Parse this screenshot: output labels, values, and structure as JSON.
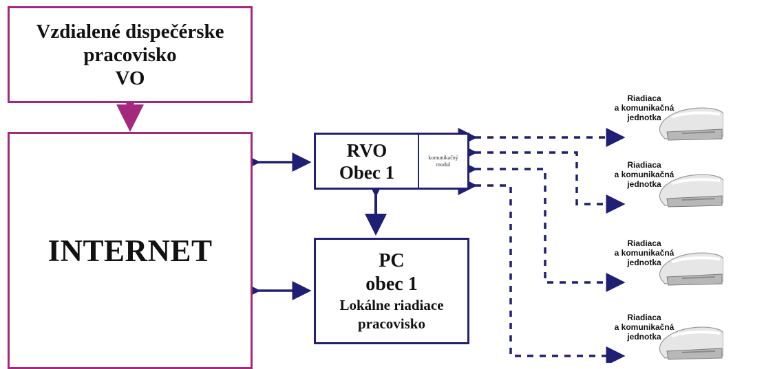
{
  "dispatch": {
    "lines": [
      "Vzdialené dispečérske",
      "pracovisko",
      "VO"
    ]
  },
  "internet": {
    "label": "INTERNET"
  },
  "rvo": {
    "lines": [
      "RVO",
      "Obec 1"
    ],
    "module_lines": [
      "komunikačný",
      "modul"
    ]
  },
  "pc": {
    "lines": [
      "PC",
      "obec 1"
    ],
    "sub_lines": [
      "Lokálne riadiace",
      "pracovisko"
    ]
  },
  "units": [
    {
      "lines": [
        "Riadiaca",
        "a komunikačná",
        "jednotka"
      ]
    },
    {
      "lines": [
        "Riadiaca",
        "a komunikačná",
        "jednotka"
      ]
    },
    {
      "lines": [
        "Riadiaca",
        "a komunikačná",
        "jednotka"
      ]
    },
    {
      "lines": [
        "Riadiaca",
        "a komunikačná",
        "jednotka"
      ]
    }
  ],
  "colors": {
    "dispatch_link": "#a3287e",
    "network_link": "#1f1f73"
  }
}
